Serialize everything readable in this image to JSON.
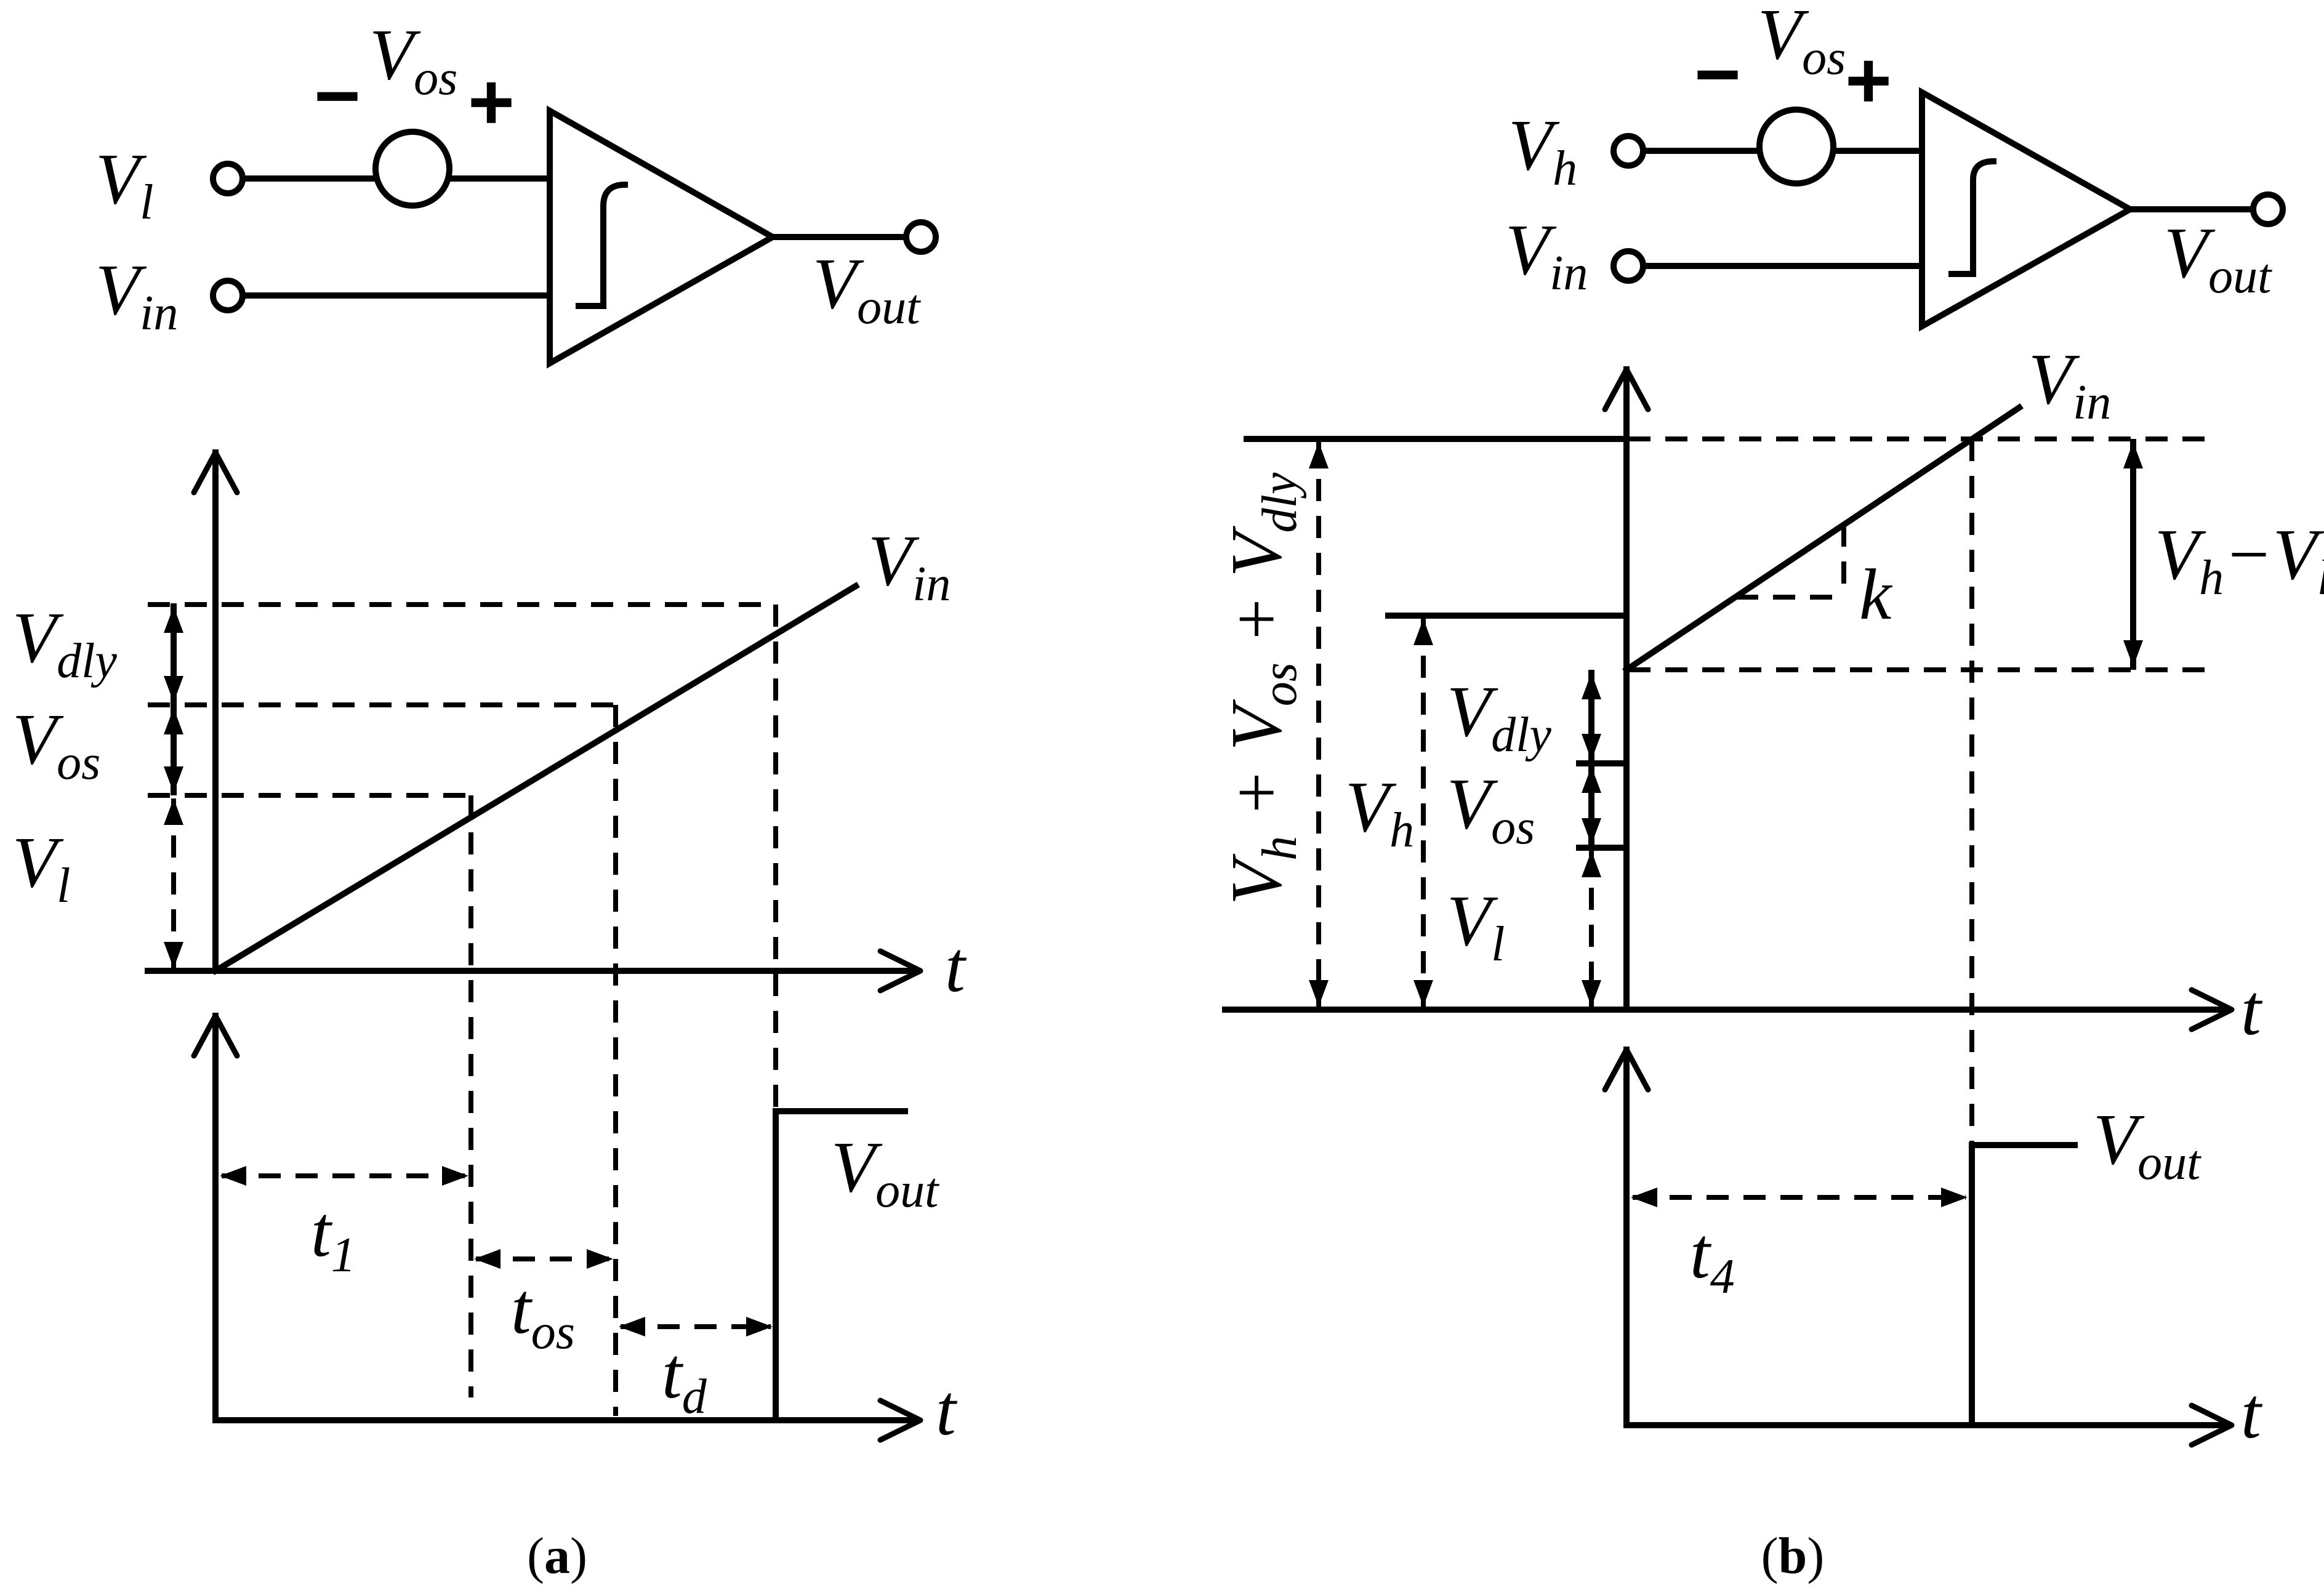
{
  "panel_a": {
    "caption_open": "(",
    "caption_letter": "a",
    "caption_close": ")",
    "comparator": {
      "input_low": "l",
      "input_in": "in",
      "offset": "os",
      "output": "out",
      "minus": "−",
      "plus": "+"
    },
    "graph": {
      "trace": "in",
      "levels": [
        "dly",
        "os",
        "l"
      ],
      "t_axis": "t",
      "intervals": [
        "1",
        "os",
        "d"
      ],
      "output": "out"
    }
  },
  "panel_b": {
    "caption_open": "(",
    "caption_letter": "b",
    "caption_close": ")",
    "comparator": {
      "input_high": "h",
      "input_in": "in",
      "offset": "os",
      "output": "out",
      "minus": "−",
      "plus": "+"
    },
    "graph": {
      "trace": "in",
      "sum_label": [
        "h",
        "os",
        "dly"
      ],
      "diff_label": [
        "h",
        "l"
      ],
      "slope": "k",
      "vh_label": "h",
      "levels": [
        "dly",
        "os",
        "l"
      ],
      "t_axis": "t",
      "interval": "4",
      "output": "out"
    }
  }
}
